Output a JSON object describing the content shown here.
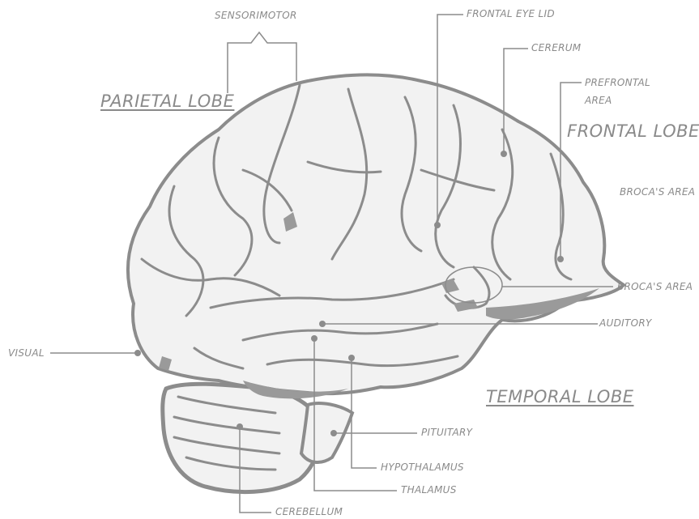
{
  "labels": {
    "sensorimotor": "SENSORIMOTOR",
    "parietal_lobe": "PARIETAL LOBE",
    "frontal_eye_lid": "FRONTAL EYE LID",
    "cererum": "CERERUM",
    "prefrontal_area_line1": "PREFRONTAL",
    "prefrontal_area_line2": "AREA",
    "frontal_lobe": "FRONTAL LOBE",
    "brocas_area_upper": "BROCA'S AREA",
    "brocas_area_lower": "BROCA'S AREA",
    "auditory": "AUDITORY",
    "visual": "VISUAL",
    "temporal_lobe": "TEMPORAL LOBE",
    "pituitary": "PITUITARY",
    "hypothalamus": "HYPOTHALAMUS",
    "thalamus": "THALAMUS",
    "cerebellum": "CEREBELLUM"
  },
  "colors": {
    "outline": "#8c8c8c",
    "fill": "#f2f2f2",
    "shadow": "#9a9a9a",
    "text": "#8a8a8a"
  }
}
